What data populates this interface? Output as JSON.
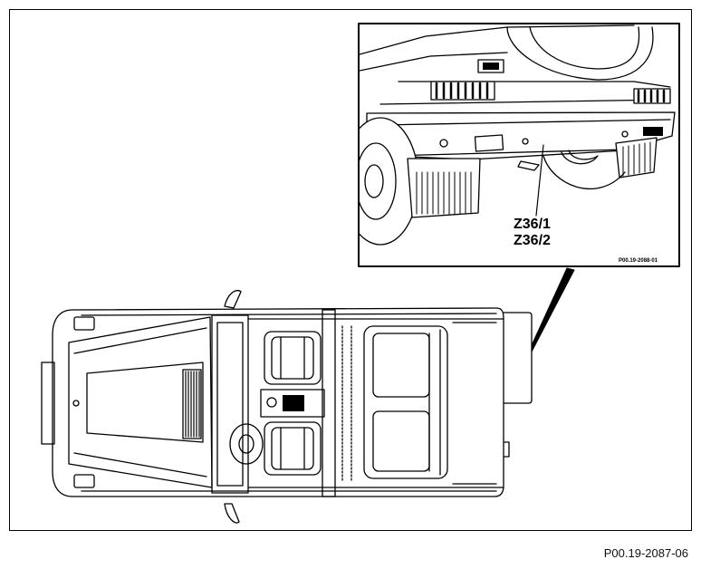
{
  "figure": {
    "labels": [
      "Z36/1",
      "Z36/2"
    ],
    "inset_code": "P00.19-2088-01",
    "figure_code": "P00.19-2087-06"
  }
}
